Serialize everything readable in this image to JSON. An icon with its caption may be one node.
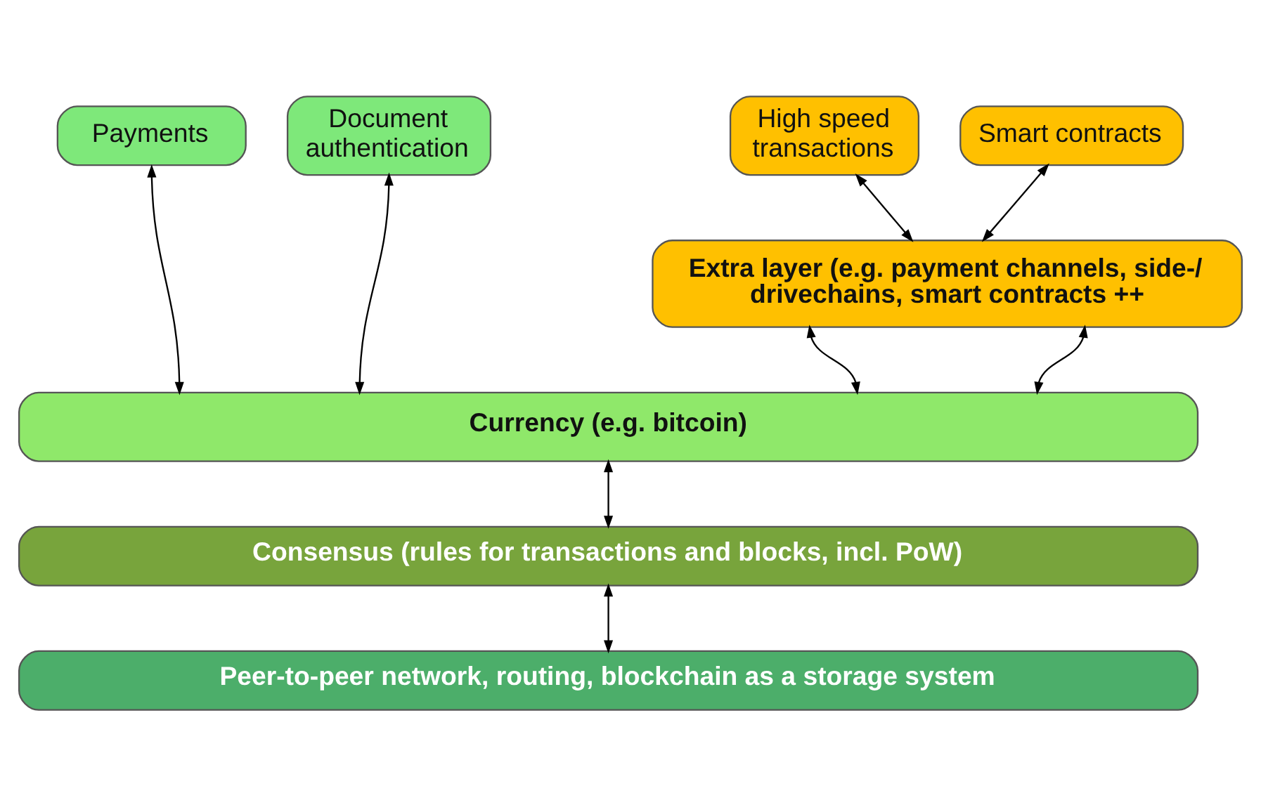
{
  "diagram": {
    "nodes": [
      {
        "text": [
          "Payments"
        ]
      },
      {
        "text": [
          "Document authentication"
        ]
      },
      {
        "text": [
          "High speed transactions"
        ]
      },
      {
        "text": [
          "Smart contracts"
        ]
      },
      {
        "text": [
          "Extra layer (e.g. payment channels, side-/ drivechains, smart contracts ++"
        ]
      },
      {
        "text": [
          "Currency (e.g. bitcoin)"
        ]
      },
      {
        "text": [
          "Consensus (rules for transactions and blocks, incl. PoW)"
        ]
      },
      {
        "text": [
          "Peer-to-peer network, routing, blockchain as a storage system"
        ]
      }
    ],
    "edges": [
      {
        "from": 0,
        "to": 5,
        "arrow": "both"
      },
      {
        "from": 1,
        "to": 5,
        "arrow": "both"
      },
      {
        "from": 2,
        "to": 4,
        "arrow": "both"
      },
      {
        "from": 3,
        "to": 4,
        "arrow": "both"
      },
      {
        "from": 4,
        "to": 5,
        "arrow": "both"
      },
      {
        "from": 4,
        "to": 5,
        "arrow": "both"
      },
      {
        "from": 5,
        "to": 6,
        "arrow": "both"
      },
      {
        "from": 6,
        "to": 7,
        "arrow": "both"
      }
    ]
  }
}
